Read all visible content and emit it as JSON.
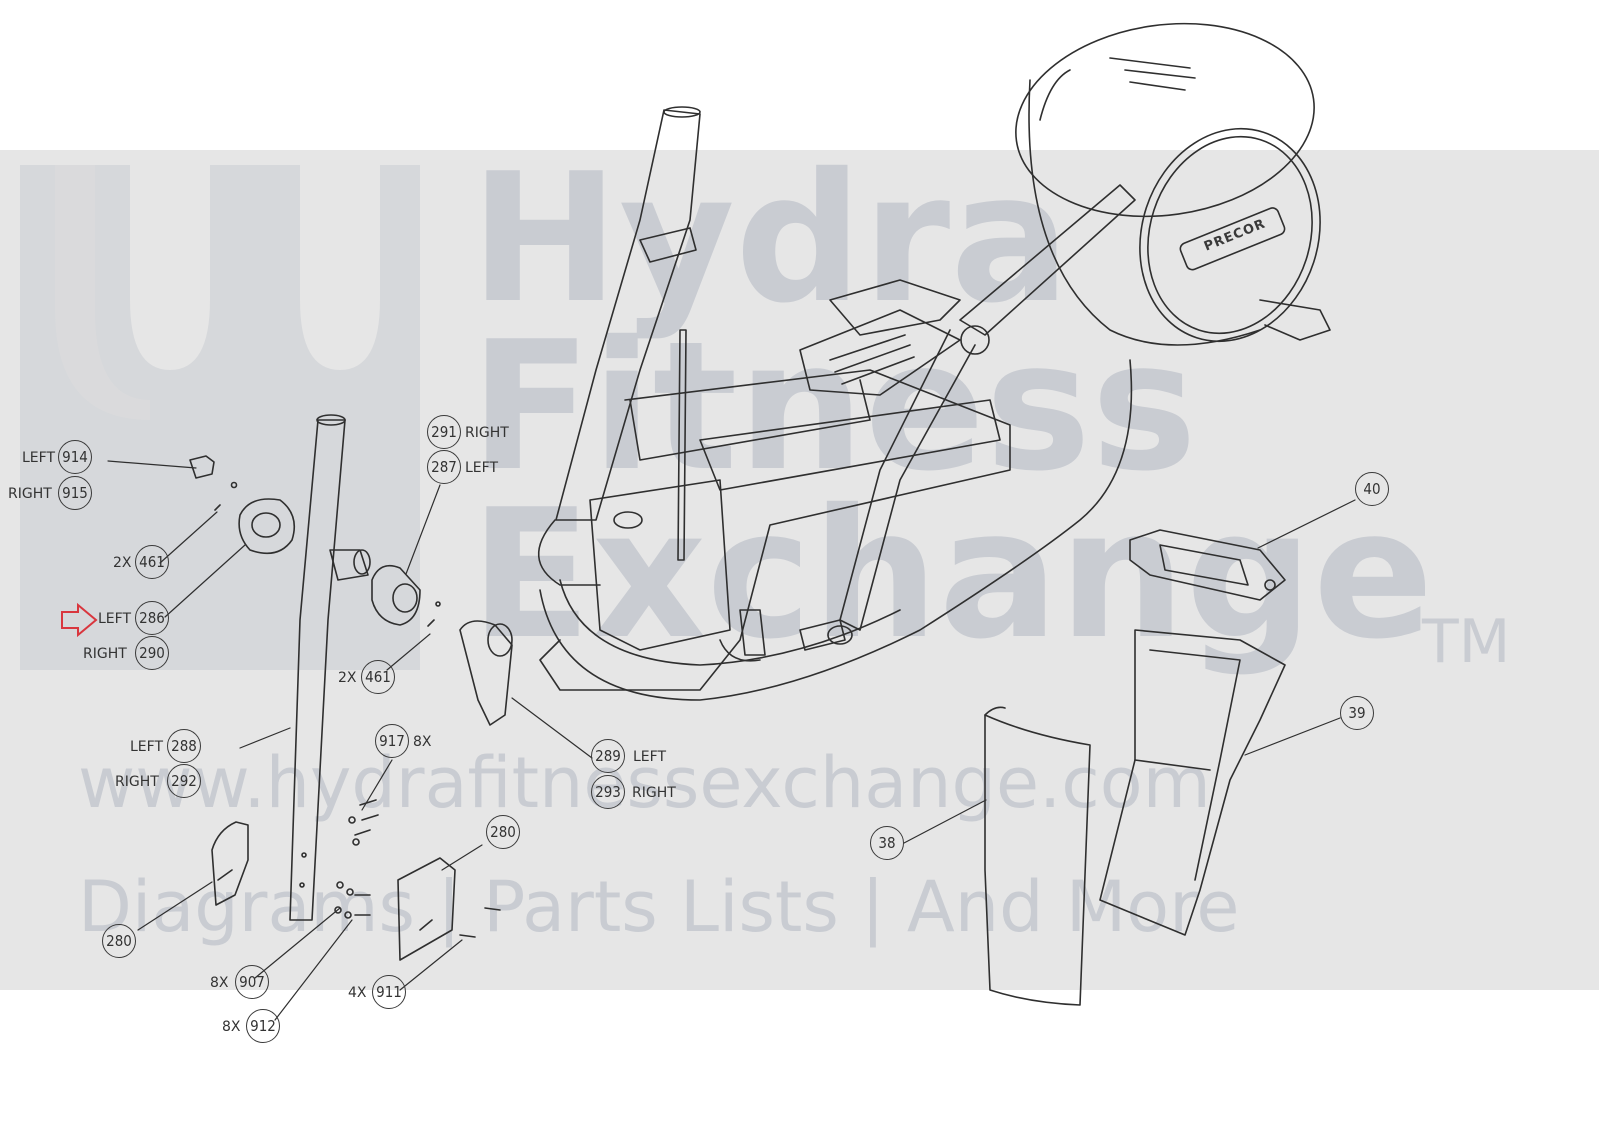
{
  "watermark": {
    "brand_line1": "Hydra",
    "brand_line2": "Fitness",
    "brand_line3": "Exchange",
    "trademark": "TM",
    "url": "www.hydrafitnessexchange.com",
    "tagline": "Diagrams | Parts Lists | And More"
  },
  "flywheel_badge": "PRECOR",
  "callouts": [
    {
      "id": "c914",
      "num": "914",
      "side": "LEFT"
    },
    {
      "id": "c915",
      "num": "915",
      "side": "RIGHT"
    },
    {
      "id": "c461a",
      "num": "461",
      "side": "2X"
    },
    {
      "id": "c286",
      "num": "286",
      "side": "LEFT"
    },
    {
      "id": "c290",
      "num": "290",
      "side": "RIGHT"
    },
    {
      "id": "c291",
      "num": "291",
      "side": "RIGHT"
    },
    {
      "id": "c287",
      "num": "287",
      "side": "LEFT"
    },
    {
      "id": "c461b",
      "num": "461",
      "side": "2X"
    },
    {
      "id": "c288",
      "num": "288",
      "side": "LEFT"
    },
    {
      "id": "c292",
      "num": "292",
      "side": "RIGHT"
    },
    {
      "id": "c917",
      "num": "917",
      "side": "8X"
    },
    {
      "id": "c289",
      "num": "289",
      "side": "LEFT"
    },
    {
      "id": "c293",
      "num": "293",
      "side": "RIGHT"
    },
    {
      "id": "c280a",
      "num": "280",
      "side": ""
    },
    {
      "id": "c280b",
      "num": "280",
      "side": ""
    },
    {
      "id": "c907",
      "num": "907",
      "side": "8X"
    },
    {
      "id": "c912",
      "num": "912",
      "side": "8X"
    },
    {
      "id": "c911",
      "num": "911",
      "side": "4X"
    },
    {
      "id": "c40",
      "num": "40",
      "side": ""
    },
    {
      "id": "c39",
      "num": "39",
      "side": ""
    },
    {
      "id": "c38",
      "num": "38",
      "side": ""
    }
  ],
  "colors": {
    "line": "#2f2f2f",
    "watermark_band": "#dcdcdc",
    "watermark_text": "#c9ccd2",
    "highlight_arrow": "#d9363e"
  }
}
